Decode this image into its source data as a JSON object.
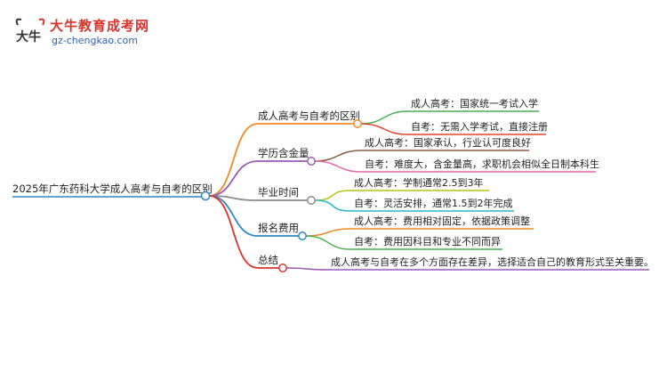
{
  "logo": {
    "emblem_chars": "大牛",
    "site_name": "大牛教育成考网",
    "site_url": "gz-chengkao.com"
  },
  "mindmap": {
    "root": "2025年广东药科大学成人高考与自考的区别",
    "branches": [
      {
        "label": "成人高考与自考的区别",
        "color": "#f08a24",
        "children": [
          {
            "text": "成人高考：国家统一考试入学",
            "color": "#4caf50"
          },
          {
            "text": "自考：无需入学考试，直接注册",
            "color": "#e0452c"
          }
        ]
      },
      {
        "label": "学历含金量",
        "color": "#9b59b6",
        "children": [
          {
            "text": "成人高考：国家承认，行业认可度良好",
            "color": "#8a5a44"
          },
          {
            "text": "自考：难度大，含金量高，求职机会相似全日制本科生",
            "color": "#e06aa8"
          }
        ]
      },
      {
        "label": "毕业时间",
        "color": "#8a8a8a",
        "children": [
          {
            "text": "成人高考：学制通常2.5到3年",
            "color": "#b5c21a"
          },
          {
            "text": "自考：灵活安排，通常1.5到2年完成",
            "color": "#28b7c9"
          }
        ]
      },
      {
        "label": "报名费用",
        "color": "#2e86c1",
        "children": [
          {
            "text": "成人高考：费用相对固定，依据政策调整",
            "color": "#f08a24"
          },
          {
            "text": "自考：费用因科目和专业不同而异",
            "color": "#4caf50"
          }
        ]
      },
      {
        "label": "总结",
        "color": "#d9342b",
        "children": [
          {
            "text": "成人高考与自考在多个方面存在差异，选择适合自己的教育形式至关重要。",
            "color": "#9b59b6"
          }
        ]
      }
    ]
  },
  "colors": {
    "root_line": "#2e86c1",
    "logo_red": "#d9342b",
    "logo_blue": "#2b63b8"
  }
}
